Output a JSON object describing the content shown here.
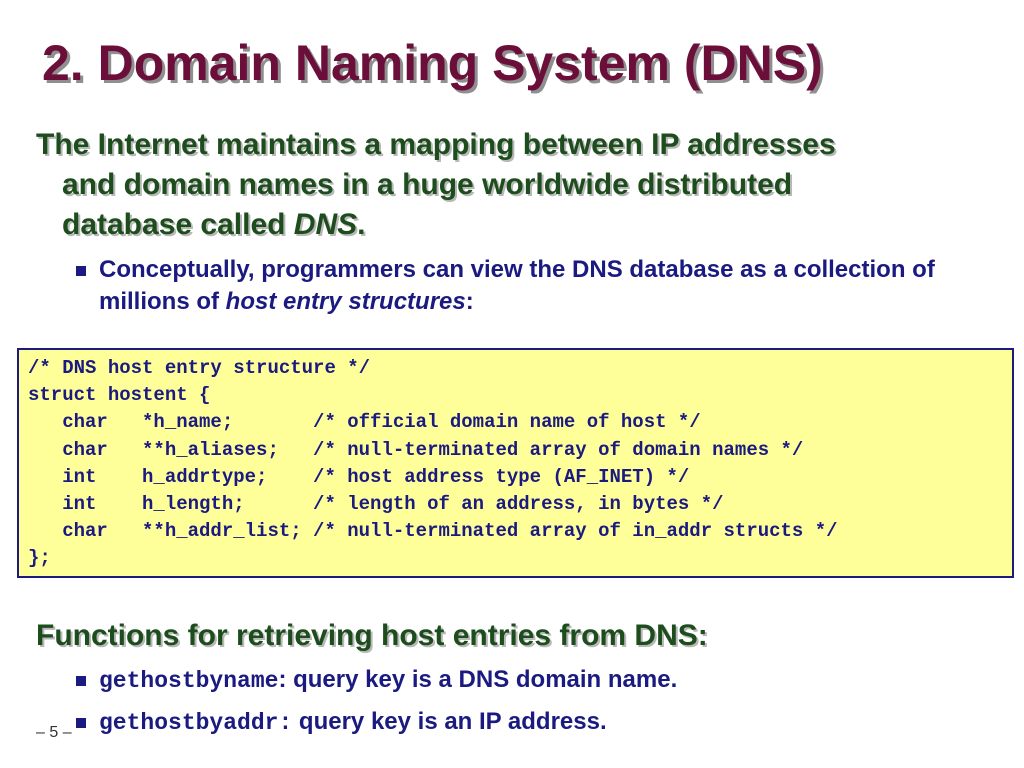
{
  "slide": {
    "title": "2. Domain Naming System (DNS)",
    "page_number": "– 5 –"
  },
  "intro": {
    "line1": "The Internet maintains a mapping between IP addresses",
    "line2": "and domain names in a huge worldwide distributed",
    "line3_prefix": "database called ",
    "line3_emphasis": "DNS",
    "line3_suffix": "."
  },
  "bullet_conceptual": {
    "text_prefix": "Conceptually, programmers can view the DNS database as a collection of millions of ",
    "text_emphasis": "host entry structures",
    "text_suffix": ":"
  },
  "code": {
    "lines": [
      "/* DNS host entry structure */",
      "struct hostent {",
      "   char   *h_name;       /* official domain name of host */",
      "   char   **h_aliases;   /* null-terminated array of domain names */",
      "   int    h_addrtype;    /* host address type (AF_INET) */",
      "   int    h_length;      /* length of an address, in bytes */",
      "   char   **h_addr_list; /* null-terminated array of in_addr structs */",
      "};"
    ]
  },
  "functions": {
    "heading": "Functions for retrieving host entries from DNS:",
    "items": [
      {
        "name": "gethostbyname",
        "sep": ":",
        "desc": " query key is a DNS domain name."
      },
      {
        "name": "gethostbyaddr",
        "sep": ":",
        "desc": " query key is an IP address."
      }
    ]
  },
  "colors": {
    "title": "#6b0f3a",
    "heading_green": "#1d4d1d",
    "body_blue": "#1a1a80",
    "code_background": "#ffff99"
  }
}
